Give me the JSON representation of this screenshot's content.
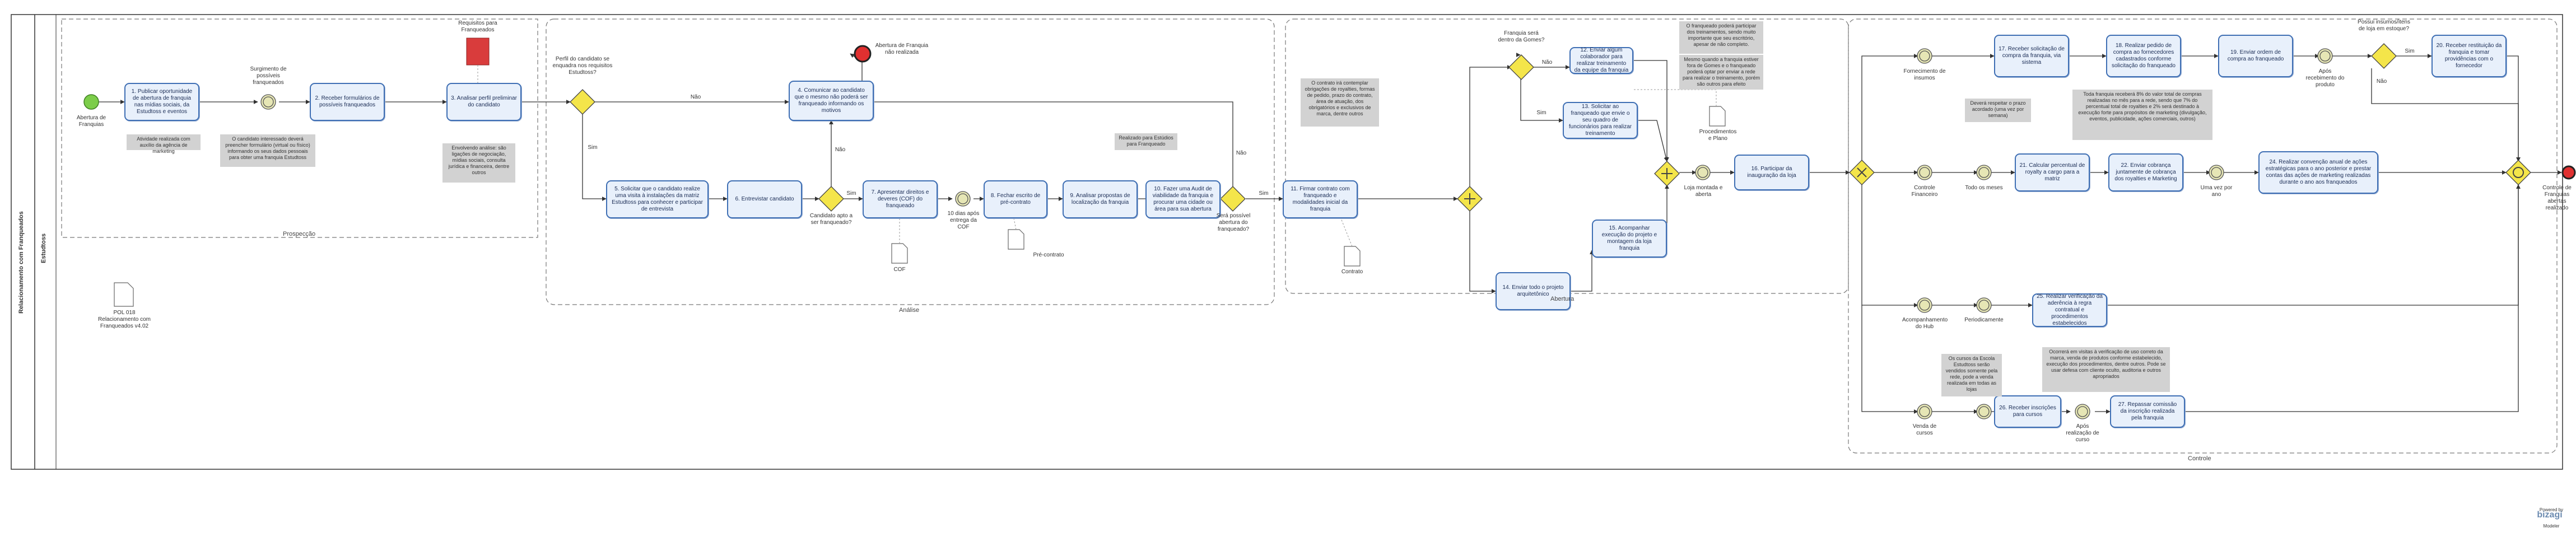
{
  "pool": {
    "title": "Relacionamento com Franqueados",
    "lane": "Estudtoss"
  },
  "sections": {
    "prospeccao": "Prospecção",
    "analise": "Análise",
    "abertura": "Abertura",
    "controle": "Controle"
  },
  "events": {
    "start": "Abertura de Franquias",
    "interessados": "Surgimento de possíveis franqueados",
    "end_analise": "Abertura de Franquia não realizada",
    "end_final": "Controle de Franquias abertas realizado",
    "timer_cof": "10 dias após entrega da COF",
    "timer_loja": "Loja montada e aberta",
    "timer_fornecimento": "Fornecimento de insumos",
    "timer_controle_fin": "Controle Financeiro",
    "timer_todo_mes": "Todo os meses",
    "timer_ano": "Uma vez por ano",
    "timer_vendas": "Venda de cursos",
    "timer_apos_realizacao": "Após realização de curso",
    "timer_apos_recebimento": "Após recebimento do produto",
    "timer_acompanhamento": "Acompanhamento do Hub",
    "timer_periodicamente": "Periodicamente",
    "requisitos": "Requisitos para Franqueados"
  },
  "gateways": {
    "perfil": "Perfil do candidato se enquadra nos requisitos Estudtoss?",
    "apto": "Candidato apto a ser franqueado?",
    "abertura": "Será possível abertura do franqueado?",
    "gomes": "Franquia será dentro da Gomes?",
    "insumos": "Possui insumos/itens de loja em estoque?",
    "sim": "Sim",
    "nao": "Não"
  },
  "tasks": {
    "t1": "1. Publicar oportunidade de abertura de franquia nas mídias sociais, da Estudtoss e eventos",
    "t2": "2. Receber formulários de possíveis franqueados",
    "t3": "3. Analisar perfil preliminar do candidato",
    "t4": "4. Comunicar ao candidato que o mesmo não poderá ser franqueado informando os motivos",
    "t5": "5. Solicitar que o candidato realize uma visita à instalações da matriz Estudtoss para conhecer e participar de entrevista",
    "t6": "6. Entrevistar candidato",
    "t7": "7. Apresentar direitos e deveres (COF) do franqueado",
    "t8": "8. Fechar escrito de pré-contrato",
    "t9": "9. Analisar propostas de localização da franquia",
    "t10": "10. Fazer uma Audit de viabilidade da franquia e procurar uma cidade ou área para sua abertura",
    "t11": "11. Firmar contrato com franqueado e modalidades inicial da franquia",
    "t12": "12. Enviar algum colaborador para realizar treinamento da equipe da franquia",
    "t13": "13. Solicitar ao franqueado que envie o seu quadro de funcionários para realizar treinamento",
    "t14": "14. Enviar todo o projeto arquitetônico",
    "t15": "15. Acompanhar execução do projeto e montagem da loja franquia",
    "t16": "16. Participar da inauguração da loja",
    "t17": "17. Receber solicitação de compra da franquia, via sistema",
    "t18": "18. Realizar pedido de compra ao fornecedores cadastrados conforme solicitação do franqueado",
    "t19": "19. Enviar ordem de compra ao franqueado",
    "t20": "20. Receber restituição da franquia e tomar providências com o fornecedor",
    "t21": "21. Calcular percentual de royalty a cargo para a matriz",
    "t22": "22. Enviar cobrança juntamente de cobrança dos royalties e Marketing",
    "t23": "24. Realizar convenção anual de ações estratégicas para o ano posterior e prestar contas das ações de marketing realizadas durante o ano aos franqueados",
    "t24": "25. Realizar verificação da aderência à regra contratual e procedimentos estabelecidos",
    "t25": "26. Receber inscrições para cursos",
    "t26": "27. Repassar comissão da inscrição realizada pela franquia"
  },
  "notes": {
    "n1": "Atividade realizada com auxílio da agência de marketing",
    "n2": "O candidato interessado deverá preencher formulário (virtual ou físico) informando os seus dados pessoais para obter uma franquia Estudtoss",
    "n3": "Envolvendo análise: são ligações de negociação, mídias sociais, consulta jurídica e financeira, dentre outros",
    "n4": "Realizado para Estúdios para Franqueado",
    "n5": "O contrato irá contemplar obrigações de royalties, formas de pedido, prazo do contrato, área de atuação, dos obrigatórios e exclusivos de marca, dentre outros",
    "n6": "O franqueado poderá participar dos treinamentos, sendo muito importante que seu escritório, apesar de não completo.",
    "n6b": "Mesmo quando a franquia estiver fora de Gomes e o franqueado poderá optar por enviar a rede para realizar o treinamento, porém são outros para efeito",
    "n7": "Deverá respeitar o prazo acordado (uma vez por semana)",
    "n8": "Toda franquia receberá 8% do valor total de compras realizadas no mês para a rede, sendo que 7% do percentual total de royalties e 2% será destinado à execução forte para propósitos de marketing (divulgação, eventos, publicidade, ações comerciais, outros)",
    "n9": "Ocorrerá em visitas à verificação de uso correto da marca, venda de produtos conforme estabelecido, execução dos procedimentos, dentre outros. Pode se usar defesa com cliente oculto, auditoria e outros apropriados",
    "n10": "Os cursos da Escola Estudtoss serão vendidos somente pela rede, pode a venda realizada em todas as lojas"
  },
  "artifacts": {
    "cof": "COF",
    "precontrato": "Pré-contrato",
    "contrato": "Contrato",
    "procedimentos": "Procedimentos e Plano",
    "pol": "POL 018 Relacionamento com Franqueados v4.02"
  },
  "brand": {
    "powered": "Powered by",
    "name": "bizagi",
    "sub": "Modeler"
  },
  "colors": {
    "task_fill": "#e8f0fb",
    "task_border": "#3f6fb4",
    "start": "#7ccd4a",
    "end": "#e03030",
    "gateway": "#f4e54a",
    "timer": "#e6e6b5"
  }
}
